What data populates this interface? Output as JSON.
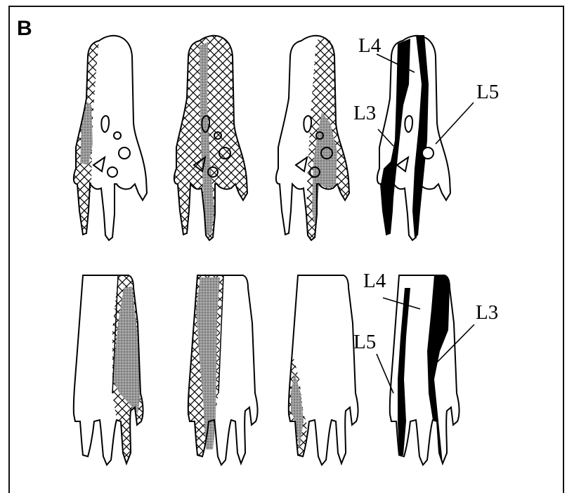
{
  "figure": {
    "panel_letter": "B",
    "dorsal_row_labels": {
      "l4": "L4",
      "l3": "L3",
      "l5": "L5"
    },
    "plantar_row_labels": {
      "l4": "L4",
      "l5": "L5",
      "l3": "L3"
    }
  },
  "colors": {
    "ink": "#000000",
    "paper": "#ffffff",
    "stipple": "#8a8a8a"
  }
}
